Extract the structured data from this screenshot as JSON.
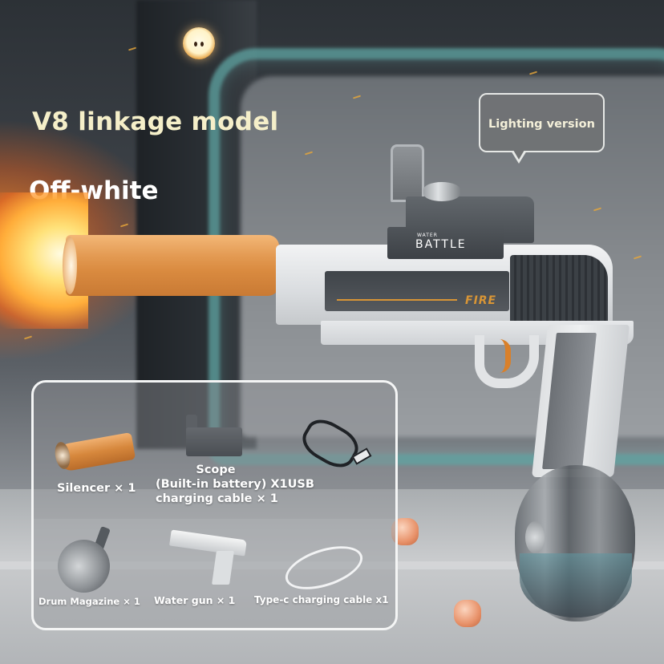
{
  "headline": {
    "title": "V8 linkage model",
    "color_variant": "Off-white"
  },
  "callout": {
    "label": "Lighting version"
  },
  "product": {
    "scope_brand_small": "WATER",
    "scope_brand": "BATTLE",
    "slide_marking": "FIRE",
    "colors": {
      "accent_orange": "#d9893f",
      "title_cream": "#f5efc9",
      "body_offwhite": "#e6e8ea",
      "dark_gray": "#45494e"
    }
  },
  "package_contents": {
    "items": [
      {
        "label": "Silencer × 1",
        "icon": "silencer-icon"
      },
      {
        "label_lines": [
          "Scope",
          "(Built-in battery) X1USB",
          "charging cable × 1"
        ],
        "icon": "scope-icon"
      },
      {
        "label": "",
        "icon": "usb-cable-icon"
      },
      {
        "label": "Drum Magazine × 1",
        "icon": "drum-magazine-icon"
      },
      {
        "label": "Water gun × 1",
        "icon": "water-gun-icon"
      },
      {
        "label": "Type-c charging cable x1",
        "icon": "type-c-cable-icon"
      }
    ]
  }
}
